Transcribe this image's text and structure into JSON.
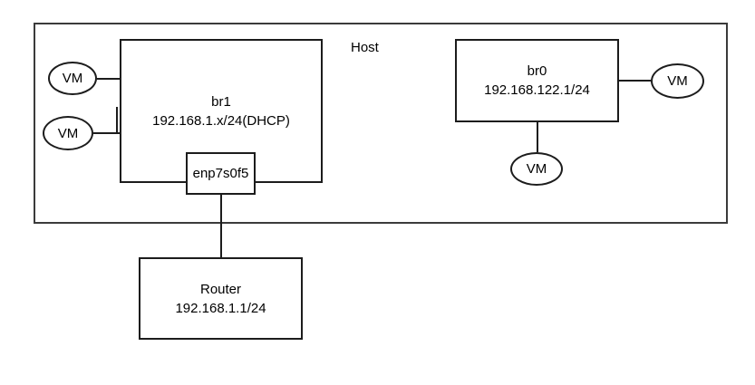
{
  "host": {
    "label": "Host"
  },
  "nodes": {
    "br1": {
      "title": "br1",
      "subtitle": "192.168.1.x/24(DHCP)"
    },
    "br0": {
      "title": "br0",
      "subtitle": "192.168.122.1/24"
    },
    "router": {
      "title": "Router",
      "subtitle": "192.168.1.1/24"
    },
    "enp": {
      "label": "enp7s0f5"
    }
  },
  "vms": [
    {
      "label": "VM",
      "connects_to": "br1"
    },
    {
      "label": "VM",
      "connects_to": "br1"
    },
    {
      "label": "VM",
      "connects_to": "br0"
    },
    {
      "label": "VM",
      "connects_to": "br0"
    }
  ],
  "edges": [
    {
      "from": "vm-1",
      "to": "br1"
    },
    {
      "from": "vm-2",
      "to": "br1"
    },
    {
      "from": "br0",
      "to": "vm-3"
    },
    {
      "from": "br0",
      "to": "vm-4"
    },
    {
      "from": "enp7s0f5",
      "to": "router"
    }
  ],
  "colors": {
    "host_border": "#3b3b3b",
    "node_border": "#1c1c1c",
    "text": "#000000",
    "background": "#ffffff"
  }
}
